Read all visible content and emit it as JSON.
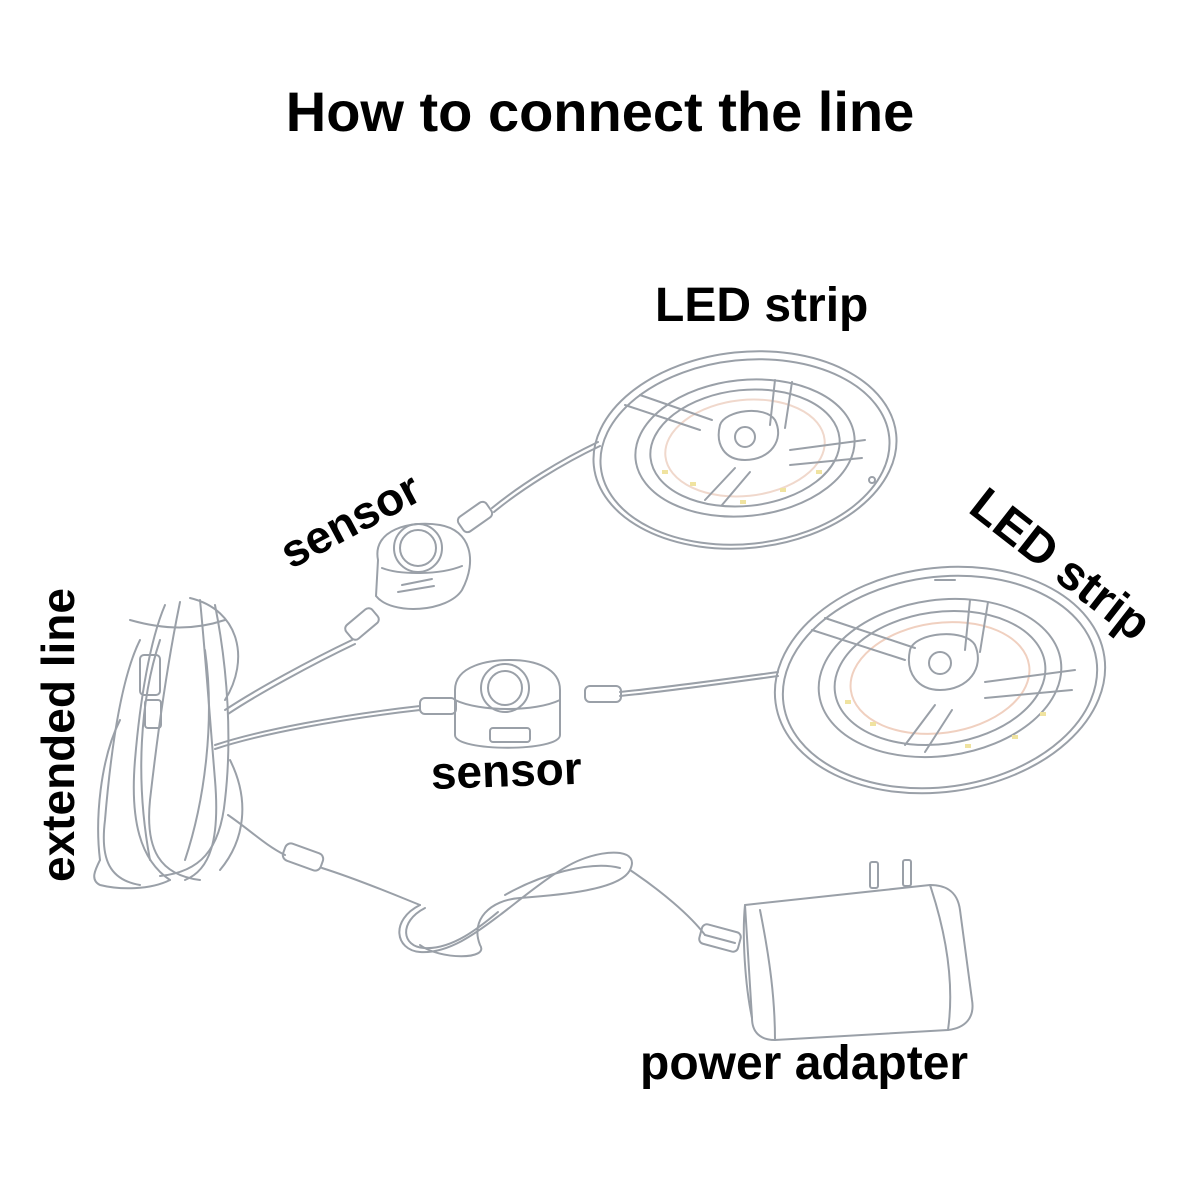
{
  "title": "How to connect the line",
  "labels": {
    "led_strip_top": "LED strip",
    "led_strip_right": "LED strip",
    "sensor_upper": "sensor",
    "sensor_lower": "sensor",
    "extended_line": "extended line",
    "power_adapter": "power adapter"
  },
  "colors": {
    "background": "#ffffff",
    "text": "#000000",
    "outline": "#9aa0a8",
    "led_warm": "#f3d6c8",
    "led_chip": "#f0e3a0"
  },
  "icons": [
    "led-strip-reel-icon",
    "motion-sensor-icon",
    "power-adapter-icon",
    "coiled-extension-cable-icon"
  ]
}
